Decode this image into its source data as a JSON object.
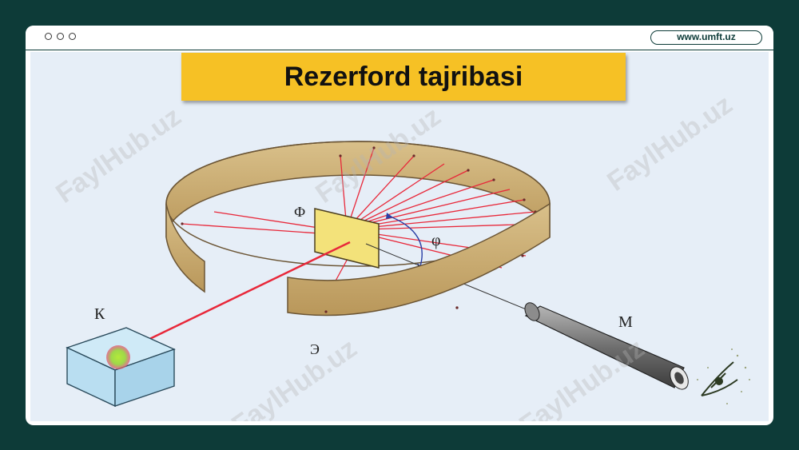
{
  "browser": {
    "url": "www.umft.uz"
  },
  "slide": {
    "title": "Rezerford tajribasi"
  },
  "diagram": {
    "labels": {
      "source": "К",
      "foil": "Ф",
      "angle": "φ",
      "screen": "Э",
      "microscope": "М"
    }
  },
  "watermark": {
    "text": "FaylHub.uz"
  },
  "colors": {
    "frame": "#0d3b38",
    "banner": "#f6c125",
    "screen_band": "#cdb17a",
    "rays": "#e8283a",
    "foil": "#f3e27a"
  }
}
